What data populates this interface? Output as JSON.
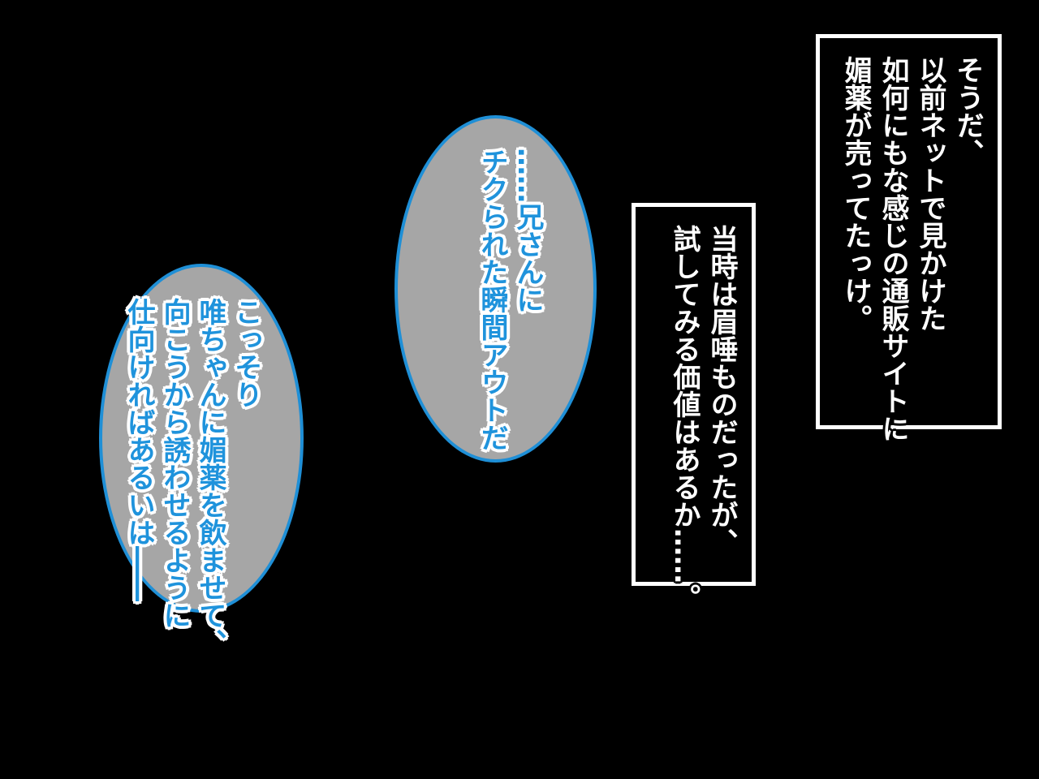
{
  "panel": {
    "background_color": "#000000",
    "narration_boxes": [
      {
        "lines": [
          "そうだ、",
          "以前ネットで見かけた",
          "如何にもな感じの通販サイトに",
          "媚薬が売ってたっけ。"
        ]
      },
      {
        "lines": [
          "当時は眉唾ものだったが、",
          "試してみる価値はあるか……。"
        ]
      }
    ],
    "thought_bubbles": [
      {
        "lines": [
          "……兄さんに",
          "チクられた瞬間アウトだ"
        ]
      },
      {
        "lines": [
          "こっそり",
          "唯ちゃんに媚薬を飲ませて、",
          "向こうから誘わせるように",
          "仕向ければあるいは――"
        ]
      }
    ],
    "colors": {
      "bubble_fill": "#a6a6a6",
      "bubble_border": "#1f8fd6",
      "thought_text": "#1f93dc",
      "narration_text": "#ffffff",
      "box_border": "#ffffff"
    }
  }
}
